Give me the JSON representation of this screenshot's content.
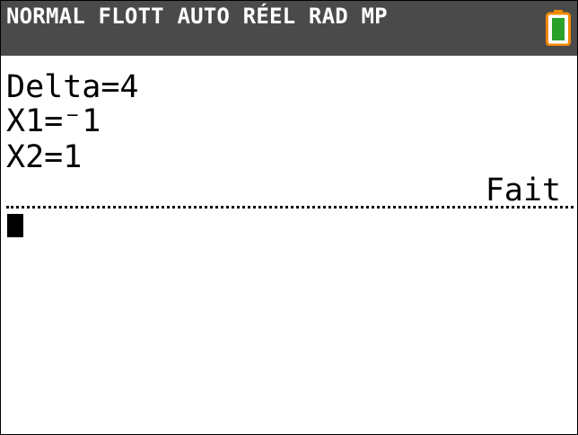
{
  "status_bar": {
    "modes": "NORMAL FLOTT AUTO RÉEL RAD MP",
    "battery_icon": "battery-icon",
    "battery_color": "#f08a00",
    "battery_fill_color": "#2aa12a"
  },
  "home_screen": {
    "lines": [
      "Delta=4",
      "X1=⁻1",
      "X2=1"
    ],
    "done_label": "Fait"
  }
}
